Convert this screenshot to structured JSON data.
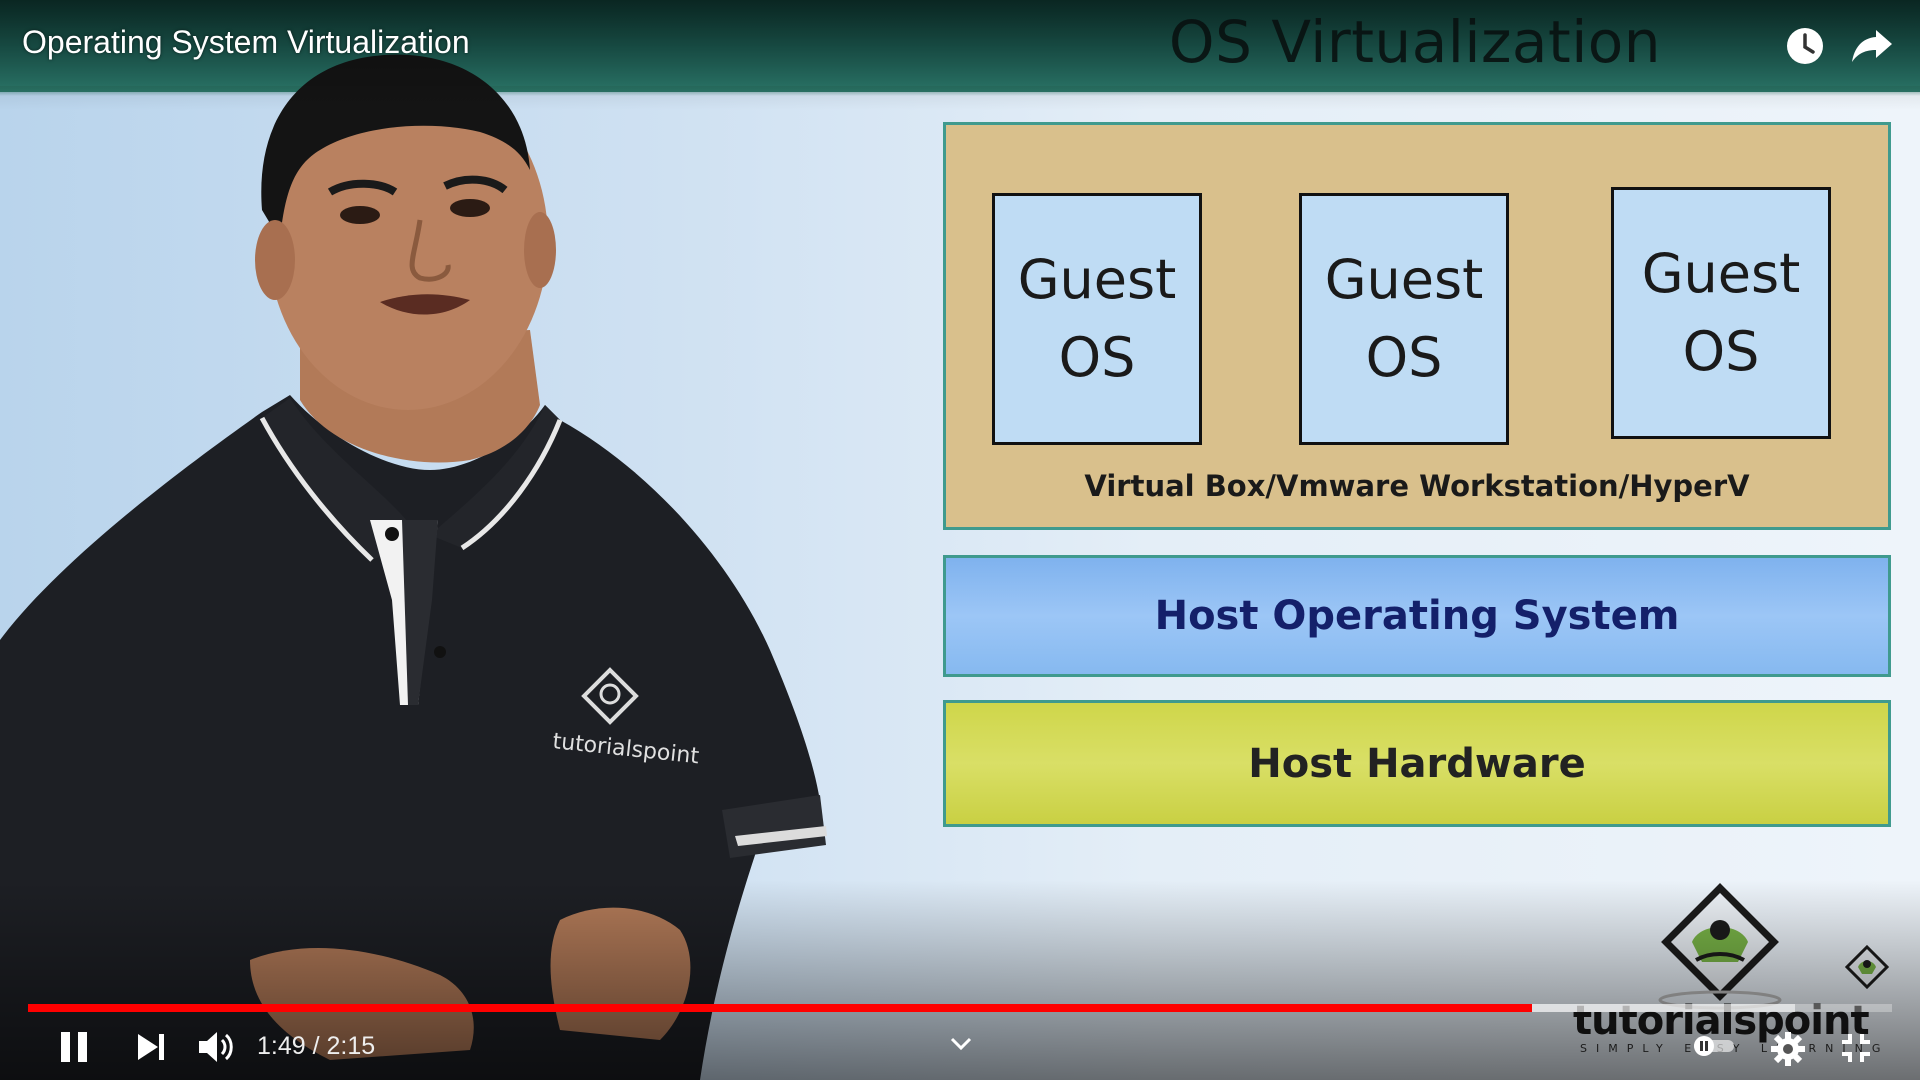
{
  "video": {
    "title": "Operating System Virtualization"
  },
  "slide": {
    "title": "OS Virtualization",
    "guests": [
      {
        "line1": "Guest",
        "line2": "OS"
      },
      {
        "line1": "Guest",
        "line2": "OS"
      },
      {
        "line1": "Guest",
        "line2": "OS"
      }
    ],
    "hypervisor_label": "Virtual Box/Vmware Workstation/HyperV",
    "host_os_label": "Host Operating System",
    "host_hw_label": "Host Hardware",
    "logo": {
      "wordmark": "tutorialspoint",
      "tagline": "SIMPLY EASY LEARNING"
    },
    "shirt_logo": "tutorialspoint"
  },
  "player": {
    "current_time": "1:49",
    "duration": "2:15",
    "time_text": "1:49 / 2:15",
    "played_fraction": 0.807,
    "buffered_fraction": 0.948,
    "icons": {
      "top_right": [
        "watch-later-icon",
        "share-icon"
      ],
      "controls_left": [
        "pause-icon",
        "next-icon",
        "volume-icon"
      ],
      "controls_right": [
        "autoplay-toggle-icon",
        "settings-gear-icon",
        "exit-fullscreen-icon"
      ]
    },
    "colors": {
      "progress_played": "#ff0000",
      "slide_band": "#1e5f55",
      "vm_box": "#d9c08c",
      "host_os": "#8fbdf2",
      "host_hw": "#d3d955"
    }
  }
}
